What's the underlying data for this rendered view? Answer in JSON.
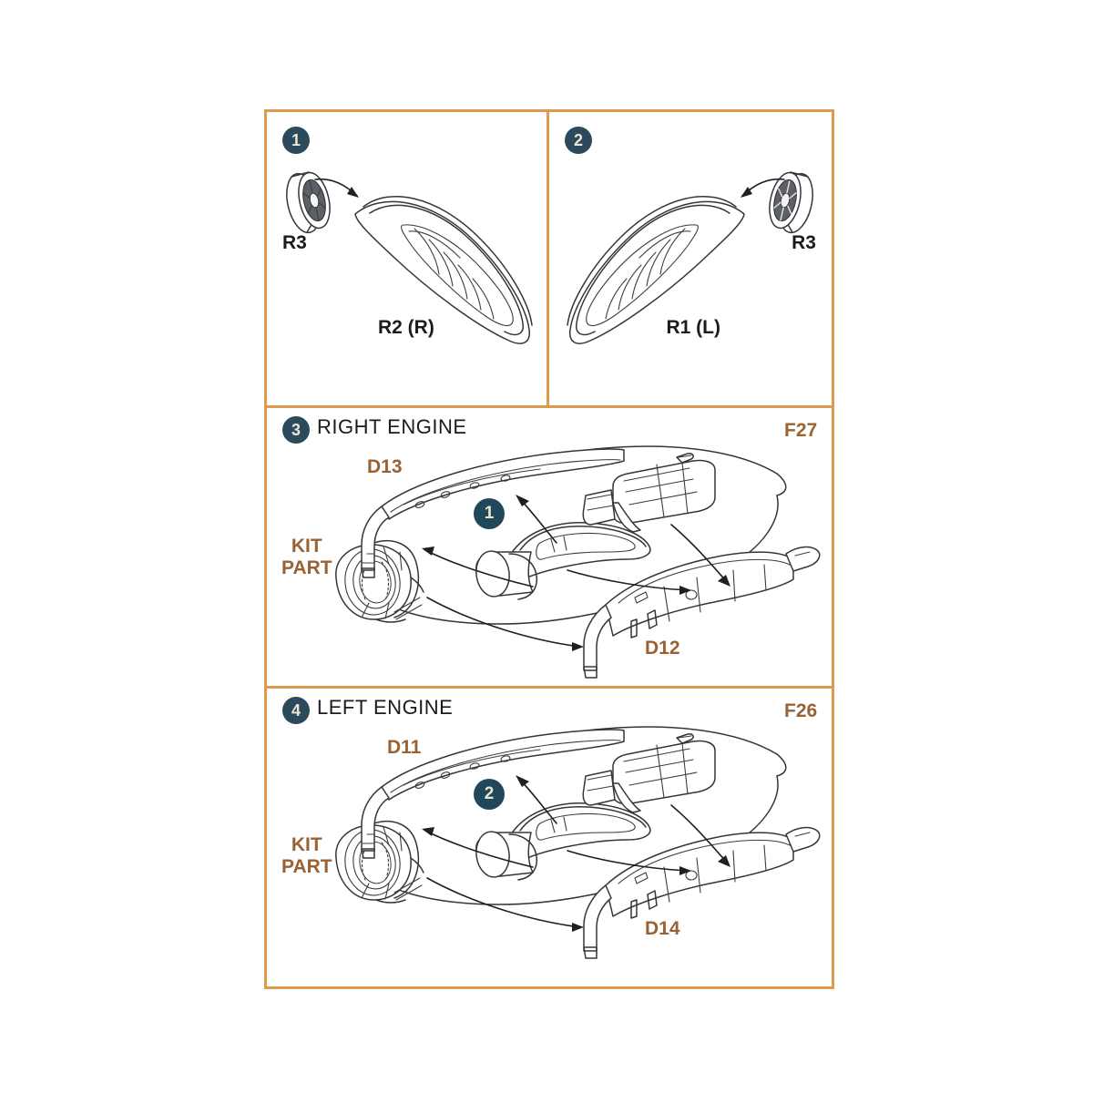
{
  "sheet": {
    "frame_color": "#e09a4e",
    "badge_color": "#2b4a5c",
    "badge_text_color": "#eae6d2",
    "part_label_color": "#9a6233",
    "line_color": "#33363a"
  },
  "panels": [
    {
      "step": "1",
      "heading": "",
      "labels": [
        {
          "text": "R3",
          "style": "dark"
        },
        {
          "text": "R2 (R)",
          "style": "dark"
        }
      ]
    },
    {
      "step": "2",
      "heading": "",
      "labels": [
        {
          "text": "R3",
          "style": "dark"
        },
        {
          "text": "R1 (L)",
          "style": "dark"
        }
      ]
    },
    {
      "step": "3",
      "heading": "RIGHT ENGINE",
      "inline_badge": "1",
      "labels": [
        {
          "text": "D13",
          "style": "brown"
        },
        {
          "text": "F27",
          "style": "brown"
        },
        {
          "text": "D12",
          "style": "brown"
        },
        {
          "text": "KIT\nPART",
          "style": "kitpart"
        }
      ]
    },
    {
      "step": "4",
      "heading": "LEFT ENGINE",
      "inline_badge": "2",
      "labels": [
        {
          "text": "D11",
          "style": "brown"
        },
        {
          "text": "F26",
          "style": "brown"
        },
        {
          "text": "D14",
          "style": "brown"
        },
        {
          "text": "KIT\nPART",
          "style": "kitpart"
        }
      ]
    }
  ]
}
